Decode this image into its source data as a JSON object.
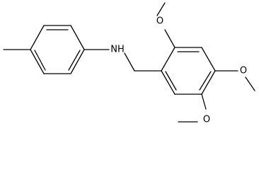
{
  "figure": {
    "type": "chemical-structure",
    "colors": {
      "background": "#ffffff",
      "bond": "#000000",
      "label": "#000000"
    },
    "atom_labels": {
      "nh": "NH",
      "o_top": "O",
      "o_right": "O",
      "o_bottom": "O"
    }
  }
}
